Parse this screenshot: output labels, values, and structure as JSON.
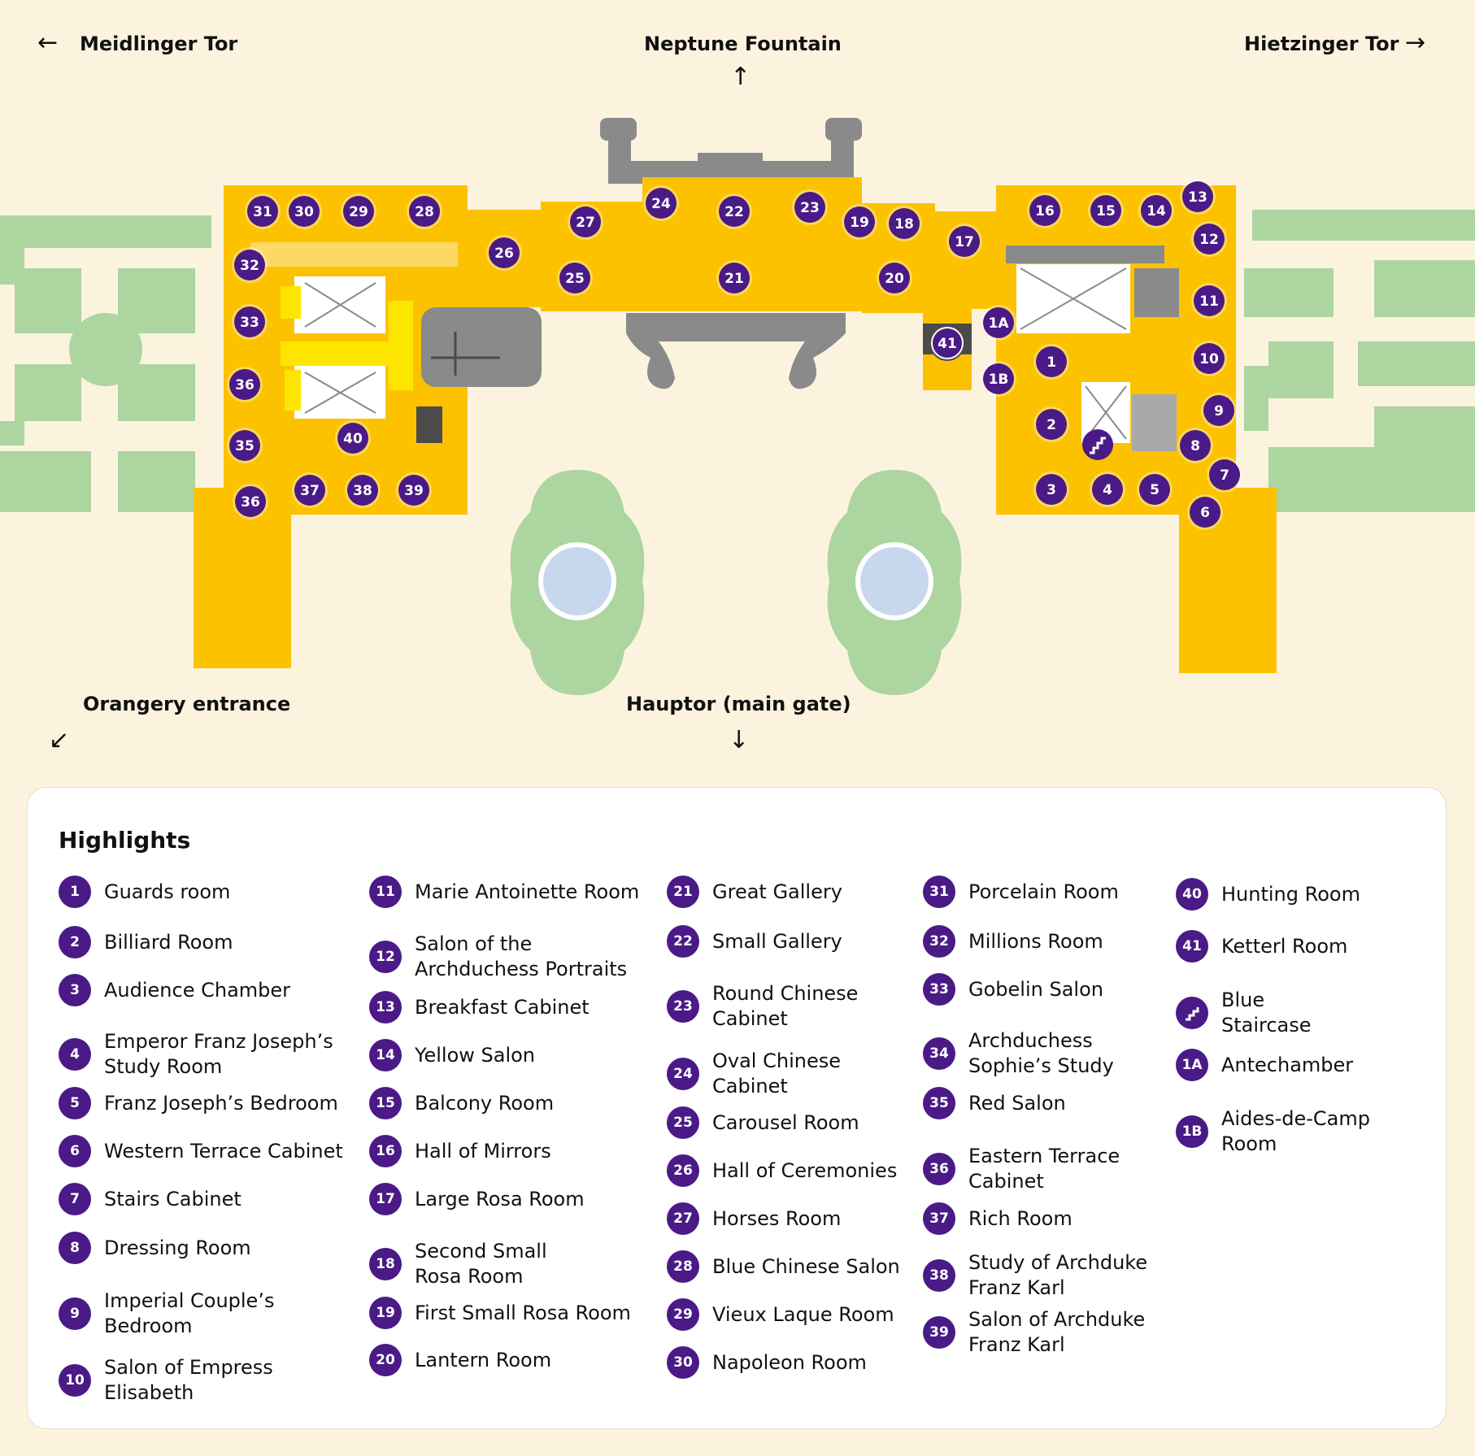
{
  "directions": {
    "meidlinger": "Meidlinger Tor",
    "neptune": "Neptune Fountain",
    "hietzinger": "Hietzinger Tor",
    "orangery": "Orangery entrance",
    "haupttor": "Hauptor (main gate)"
  },
  "colors": {
    "background": "#fcf3df",
    "building": "#fcc200",
    "highlight_area": "#fde500",
    "garden": "#acd5a0",
    "structure_gray": "#8a8a8a",
    "dark_gray": "#4b4b4b",
    "fountain_water": "#c7d8ee",
    "badge": "#4a1a86"
  },
  "map_badges": [
    "31",
    "30",
    "29",
    "28",
    "32",
    "33",
    "36",
    "35",
    "36",
    "37",
    "38",
    "39",
    "40",
    "26",
    "27",
    "25",
    "24",
    "22",
    "23",
    "21",
    "19",
    "18",
    "20",
    "17",
    "16",
    "15",
    "14",
    "13",
    "12",
    "11",
    "10",
    "9",
    "8",
    "7",
    "6",
    "5",
    "4",
    "3",
    "2",
    "1",
    "1A",
    "1B",
    "41"
  ],
  "legend": {
    "title": "Highlights",
    "items": [
      {
        "num": "1",
        "label": "Guards room"
      },
      {
        "num": "2",
        "label": "Billiard Room"
      },
      {
        "num": "3",
        "label": "Audience Chamber"
      },
      {
        "num": "4",
        "label": "Emperor Franz Joseph’s\nStudy Room"
      },
      {
        "num": "5",
        "label": "Franz Joseph’s Bedroom"
      },
      {
        "num": "6",
        "label": "Western Terrace Cabinet"
      },
      {
        "num": "7",
        "label": "Stairs Cabinet"
      },
      {
        "num": "8",
        "label": "Dressing Room"
      },
      {
        "num": "9",
        "label": "Imperial Couple’s\n Bedroom"
      },
      {
        "num": "10",
        "label": "Salon of Empress\nElisabeth"
      },
      {
        "num": "11",
        "label": "Marie Antoinette Room"
      },
      {
        "num": "12",
        "label": "Salon of the\nArchduchess Portraits"
      },
      {
        "num": "13",
        "label": "Breakfast Cabinet"
      },
      {
        "num": "14",
        "label": "Yellow Salon"
      },
      {
        "num": "15",
        "label": "Balcony Room"
      },
      {
        "num": "16",
        "label": "Hall of Mirrors"
      },
      {
        "num": "17",
        "label": "Large Rosa Room"
      },
      {
        "num": "18",
        "label": "Second Small\nRosa Room"
      },
      {
        "num": "19",
        "label": "First Small Rosa Room"
      },
      {
        "num": "20",
        "label": "Lantern Room"
      },
      {
        "num": "21",
        "label": "Great Gallery"
      },
      {
        "num": "22",
        "label": "Small Gallery"
      },
      {
        "num": "23",
        "label": "Round Chinese\nCabinet"
      },
      {
        "num": "24",
        "label": "Oval Chinese\nCabinet"
      },
      {
        "num": "25",
        "label": "Carousel Room"
      },
      {
        "num": "26",
        "label": "Hall of Ceremonies"
      },
      {
        "num": "27",
        "label": "Horses Room"
      },
      {
        "num": "28",
        "label": "Blue Chinese Salon"
      },
      {
        "num": "29",
        "label": "Vieux Laque Room"
      },
      {
        "num": "30",
        "label": "Napoleon Room"
      },
      {
        "num": "31",
        "label": "Porcelain Room"
      },
      {
        "num": "32",
        "label": "Millions Room"
      },
      {
        "num": "33",
        "label": "Gobelin Salon"
      },
      {
        "num": "34",
        "label": "Archduchess\nSophie’s Study"
      },
      {
        "num": "35",
        "label": "Red Salon"
      },
      {
        "num": "36",
        "label": "Eastern Terrace\nCabinet"
      },
      {
        "num": "37",
        "label": "Rich Room"
      },
      {
        "num": "38",
        "label": "Study of Archduke\nFranz Karl"
      },
      {
        "num": "39",
        "label": "Salon of Archduke\nFranz Karl"
      },
      {
        "num": "40",
        "label": "Hunting Room"
      },
      {
        "num": "41",
        "label": "Ketterl Room"
      },
      {
        "num": "stairs-icon",
        "label": "Blue\nStaircase"
      },
      {
        "num": "1A",
        "label": "Antechamber"
      },
      {
        "num": "1B",
        "label": "Aides-de-Camp\n Room"
      }
    ]
  }
}
